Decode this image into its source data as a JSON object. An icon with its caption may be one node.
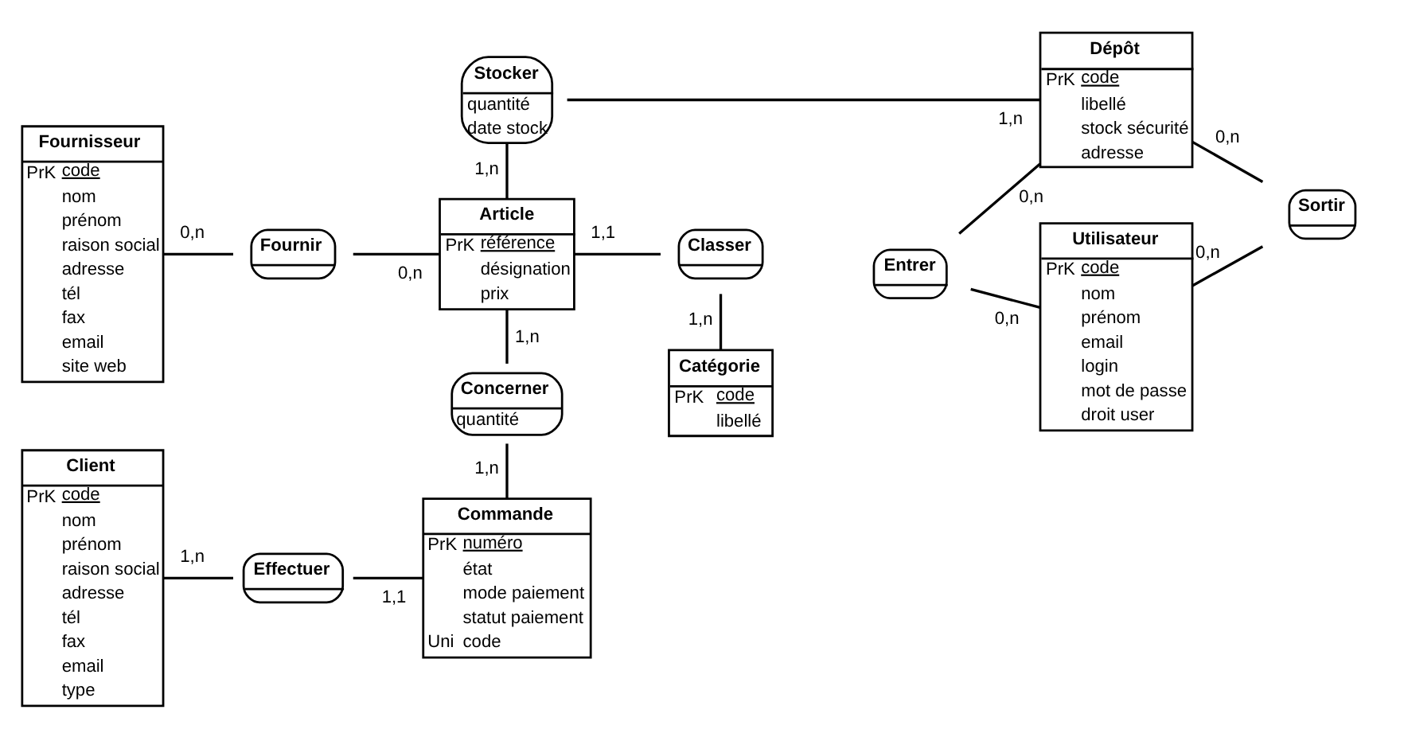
{
  "diagram": {
    "nodes": [
      {
        "text": [
          "Stocker",
          "quantité",
          "date stock"
        ]
      },
      {
        "text": [
          "Fournisseur",
          "PrK",
          "code",
          "nom",
          "prénom",
          "raison social",
          "adresse",
          "tél",
          "fax",
          "email",
          "site web"
        ]
      },
      {
        "text": [
          "Fournir"
        ]
      },
      {
        "text": [
          "Article",
          "PrK",
          "référence",
          "désignation",
          "prix"
        ]
      },
      {
        "text": [
          "Classer"
        ]
      },
      {
        "text": [
          "Dépôt",
          "PrK",
          "code",
          "libellé",
          "stock sécurité",
          "adresse"
        ]
      },
      {
        "text": [
          "Catégorie",
          "PrK",
          "code",
          "libellé"
        ]
      },
      {
        "text": [
          "Entrer"
        ]
      },
      {
        "text": [
          "Sortir"
        ]
      },
      {
        "text": [
          "Concerner",
          "quantité"
        ]
      },
      {
        "text": [
          "Client",
          "PrK",
          "code",
          "nom",
          "prénom",
          "raison social",
          "adresse",
          "tél",
          "fax",
          "email",
          "type"
        ]
      },
      {
        "text": [
          "Effectuer"
        ]
      },
      {
        "text": [
          "Commande",
          "PrK",
          "numéro",
          "état",
          "mode paiement",
          "statut paiement",
          "Uni",
          "code"
        ]
      },
      {
        "text": [
          "Utilisateur",
          "PrK",
          "code",
          "nom",
          "prénom",
          "email",
          "login",
          "mot de passe",
          "droit user"
        ]
      }
    ],
    "edges": [
      {
        "from": 1,
        "to": 2,
        "arrow": "none",
        "label": "0,n"
      },
      {
        "from": 2,
        "to": 3,
        "arrow": "none",
        "label": "0,n"
      },
      {
        "from": 0,
        "to": 3,
        "arrow": "none",
        "label": "1,n"
      },
      {
        "from": 0,
        "to": 5,
        "arrow": "none",
        "label": "1,n"
      },
      {
        "from": 3,
        "to": 4,
        "arrow": "none",
        "label": "1,1"
      },
      {
        "from": 4,
        "to": 6,
        "arrow": "none",
        "label": "1,n"
      },
      {
        "from": 3,
        "to": 9,
        "arrow": "none",
        "label": "1,n"
      },
      {
        "from": 9,
        "to": 12,
        "arrow": "none",
        "label": "1,n"
      },
      {
        "from": 10,
        "to": 11,
        "arrow": "none",
        "label": "1,n"
      },
      {
        "from": 11,
        "to": 12,
        "arrow": "none",
        "label": "1,1"
      },
      {
        "from": 7,
        "to": 5,
        "arrow": "none",
        "label": "0,n"
      },
      {
        "from": 7,
        "to": 13,
        "arrow": "none",
        "label": "0,n"
      },
      {
        "from": 5,
        "to": 8,
        "arrow": "none",
        "label": "0,n"
      },
      {
        "from": 13,
        "to": 8,
        "arrow": "none",
        "label": "0,n"
      }
    ]
  }
}
